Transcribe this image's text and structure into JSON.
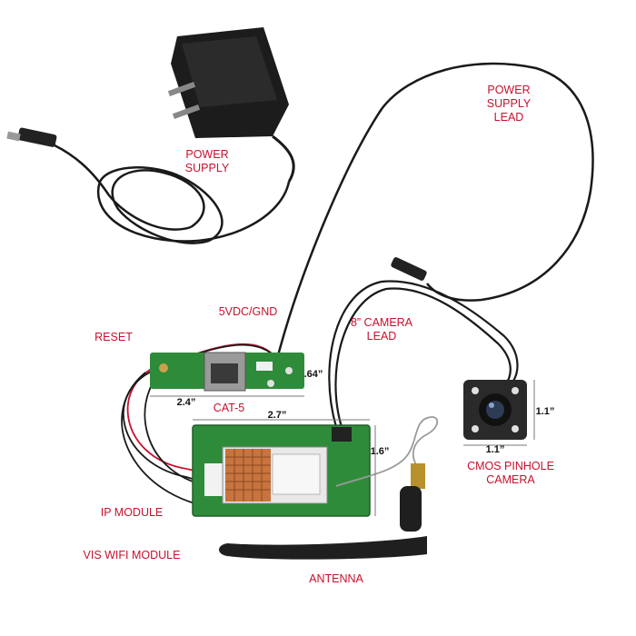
{
  "labels": {
    "power_supply": [
      "POWER",
      "SUPPLY"
    ],
    "power_supply_lead": [
      "POWER",
      "SUPPLY",
      "LEAD"
    ],
    "vdc_gnd": "5VDC/GND",
    "camera_lead": [
      "8” CAMERA",
      "LEAD"
    ],
    "reset": "RESET",
    "cat5": "CAT-5",
    "ip_module": "IP MODULE",
    "vis_wifi_module": "VIS WIFI MODULE",
    "antenna": "ANTENNA",
    "cmos_camera": [
      "CMOS PINHOLE",
      "CAMERA"
    ]
  },
  "dimensions": {
    "board_width": ".64”",
    "board_length": "2.4”",
    "module_length": "2.7”",
    "module_width": "1.6”",
    "camera_height": "1.1”",
    "camera_width": "1.1”"
  },
  "colors": {
    "label_text": "#c8102e",
    "pcb_green": "#2e8b3a",
    "cable_black": "#1a1a1a",
    "heatsink_copper": "#c8743f"
  }
}
